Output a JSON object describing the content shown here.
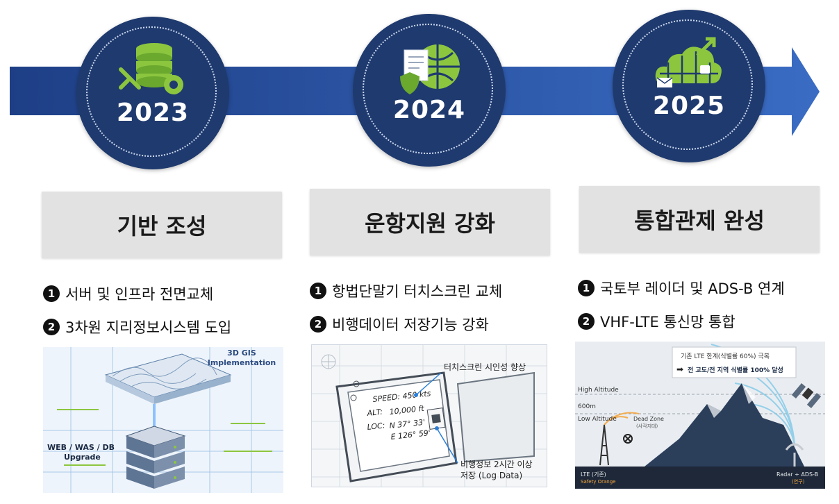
{
  "colors": {
    "arrow": "#2f5aa8",
    "circle": "#1f3a6e",
    "title_box": "#e2e2e2",
    "icon_green": "#8cc63f"
  },
  "stages": [
    {
      "year": "2023",
      "title": "기반 조성",
      "bullets": [
        {
          "num": "1",
          "text": "서버 및 인프라 전면교체"
        },
        {
          "num": "2",
          "text": "3차원 지리정보시스템 도입"
        }
      ],
      "icon": "database-gear-icon",
      "image": {
        "label_top": "3D GIS",
        "label_top2": "Implementation",
        "label_left": "WEB / WAS / DB",
        "label_left2": "Upgrade"
      }
    },
    {
      "year": "2024",
      "title": "운항지원 강화",
      "bullets": [
        {
          "num": "1",
          "text": "항법단말기 터치스크린 교체"
        },
        {
          "num": "2",
          "text": "비행데이터 저장기능 강화"
        }
      ],
      "icon": "document-globe-shield-icon",
      "image": {
        "callout_top": "터치스크린 시인성 향상",
        "speed": "SPEED: 450 kts",
        "alt_label": "ALT:",
        "alt_value": "10,000 ft",
        "loc_label": "LOC:",
        "loc_n": "N 37° 33'",
        "loc_e": "E 126° 59'",
        "callout_bottom1": "비행정보 2시간 이상",
        "callout_bottom2": "저장 (Log Data)"
      }
    },
    {
      "year": "2025",
      "title": "통합관제 완성",
      "bullets": [
        {
          "num": "1",
          "text": "국토부 레이더 및 ADS-B 연계"
        },
        {
          "num": "2",
          "text": "VHF-LTE 통신망 통합"
        }
      ],
      "icon": "cloud-network-icon",
      "image": {
        "note_line1": "기존 LTE 한계(식별률 60%) 극복",
        "note_line2": "전 고도/전 지역 식별률 100% 달성",
        "high_altitude": "High Altitude",
        "altitude_600": "600m",
        "low_altitude": "Low Altitude",
        "dead_zone": "Dead Zone",
        "dead_zone_sub": "(사각지대)",
        "lte_label": "LTE (기존)",
        "lte_sub": "Safety Orange",
        "radar_label": "Radar + ADS-B",
        "radar_sub": "(연구)"
      }
    }
  ]
}
